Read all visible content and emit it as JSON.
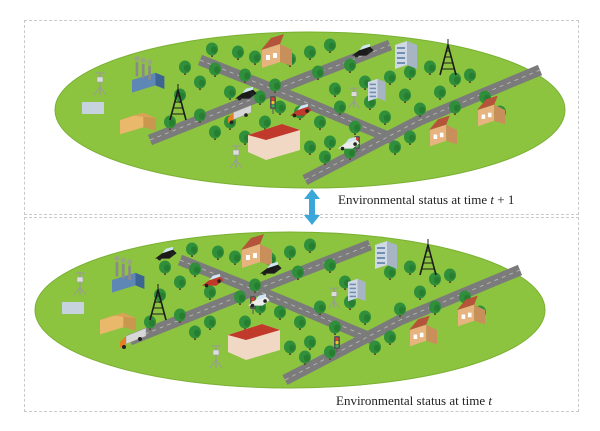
{
  "diagram": {
    "top_caption": {
      "prefix": "Environmental status at time ",
      "variable": "t",
      "suffix": " + 1"
    },
    "bottom_caption": {
      "prefix": "Environmental status at time ",
      "variable": "t",
      "suffix": ""
    },
    "colors": {
      "ground": "#8cc43f",
      "ground_edge": "#7ab033",
      "road": "#7b7b7b",
      "tree": "#2f8f3a",
      "tree_dark": "#1f6b28",
      "arrow": "#3aa7d8",
      "factory": "#b8c7d6",
      "house_roof": "#b5543a",
      "house_wall": "#e7b37f",
      "building": "#cfd8e3"
    },
    "icons": [
      "tree-icon",
      "house-icon",
      "factory-icon",
      "tower-icon",
      "weather-station-icon",
      "traffic-light-icon",
      "car-icon",
      "truck-icon",
      "office-building-icon",
      "double-arrow-icon"
    ]
  }
}
